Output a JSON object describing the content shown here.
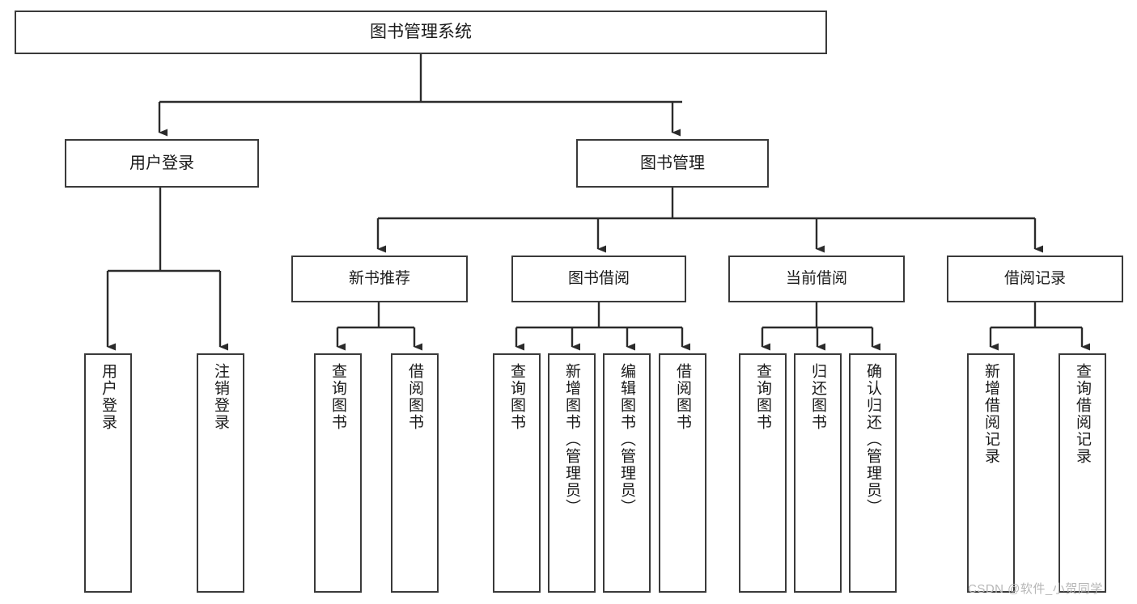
{
  "diagram": {
    "title": "图书管理系统",
    "type": "tree-hierarchy",
    "colors": {
      "box_border": "#3a3a3a",
      "box_fill": "#ffffff",
      "connector": "#2b2b2b",
      "text": "#1a1a1a",
      "watermark": "#b6b6b6"
    },
    "root": {
      "label": "图书管理系统"
    },
    "level1": [
      {
        "label": "用户登录"
      },
      {
        "label": "图书管理"
      }
    ],
    "level2": [
      {
        "label": "新书推荐"
      },
      {
        "label": "图书借阅"
      },
      {
        "label": "当前借阅"
      },
      {
        "label": "借阅记录"
      }
    ],
    "leaves": {
      "user_login": [
        {
          "label": "用户登录"
        },
        {
          "label": "注销登录"
        }
      ],
      "new_book_recommend": [
        {
          "label": "查询图书"
        },
        {
          "label": "借阅图书"
        }
      ],
      "book_borrow": [
        {
          "label": "查询图书"
        },
        {
          "label": "新增图书（管理员）"
        },
        {
          "label": "编辑图书（管理员）"
        },
        {
          "label": "借阅图书"
        }
      ],
      "current_borrow": [
        {
          "label": "查询图书"
        },
        {
          "label": "归还图书"
        },
        {
          "label": "确认归还（管理员）"
        }
      ],
      "borrow_record": [
        {
          "label": "新增借阅记录"
        },
        {
          "label": "查询借阅记录"
        }
      ]
    }
  },
  "watermark": {
    "text": "CSDN @软件_小贺同学"
  }
}
